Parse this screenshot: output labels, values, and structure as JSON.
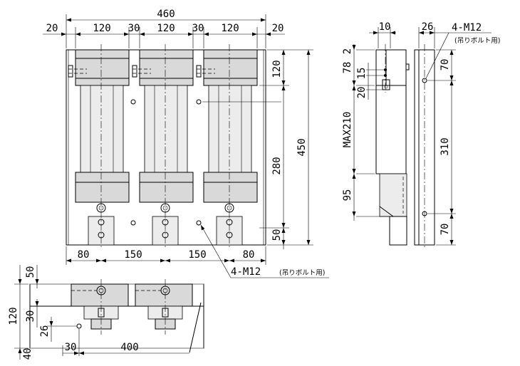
{
  "front_view": {
    "overall_width": "460",
    "edge_left": "20",
    "unit_width_1": "120",
    "gap_1": "30",
    "unit_width_2": "120",
    "gap_2": "30",
    "unit_width_3": "120",
    "edge_right": "20",
    "top_block_height": "120",
    "mid_height": "280",
    "bottom_height": "50",
    "overall_height": "450",
    "base_left": "80",
    "base_pitch_1": "150",
    "base_pitch_2": "150",
    "base_right": "80",
    "bolt_callout": "4-M12",
    "bolt_note": "(吊りボルト用)"
  },
  "side_view": {
    "top_width": "10",
    "bracket_width": "26",
    "bolt_callout": "4-M12",
    "bolt_note": "(吊りボルト用)",
    "dim_2": "2",
    "dim_78": "78",
    "dim_15": "15",
    "dim_20": "20",
    "max_stroke": "MAX210",
    "dim_95": "95",
    "top_bolt_offset": "70",
    "bolt_pitch": "310",
    "bottom_bolt_offset": "70"
  },
  "top_view": {
    "dim_50": "50",
    "dim_120": "120",
    "dim_30": "30",
    "dim_26": "26",
    "dim_40": "40",
    "dim_30_bottom": "30",
    "dim_400": "400"
  }
}
